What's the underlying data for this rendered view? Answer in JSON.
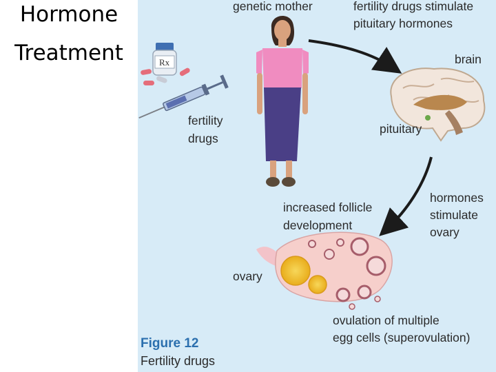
{
  "slide": {
    "title_line1": "Hormone",
    "title_line2": "Treatment"
  },
  "diagram": {
    "labels": {
      "genetic_mother": "genetic mother",
      "drugs_stimulate_1": "fertility drugs stimulate",
      "drugs_stimulate_2": "pituitary hormones",
      "brain": "brain",
      "pituitary": "pituitary",
      "fertility_drugs_1": "fertility",
      "fertility_drugs_2": "drugs",
      "rx": "Rx",
      "hormones_1": "hormones",
      "hormones_2": "stimulate",
      "hormones_3": "ovary",
      "follicle_1": "increased follicle",
      "follicle_2": "development",
      "ovary": "ovary",
      "ovulation_1": "ovulation of multiple",
      "ovulation_2": "egg cells (superovulation)"
    },
    "figure_number": "Figure 12",
    "figure_caption": "Fertility drugs",
    "colors": {
      "panel_bg": "#d7ebf7",
      "figure_number": "#2b6fae",
      "shirt": "#f08cc0",
      "skirt": "#4a3f86",
      "ovary": "#f6cfcb",
      "follicle": "#f2c232",
      "arrow": "#1b1b1b"
    }
  }
}
